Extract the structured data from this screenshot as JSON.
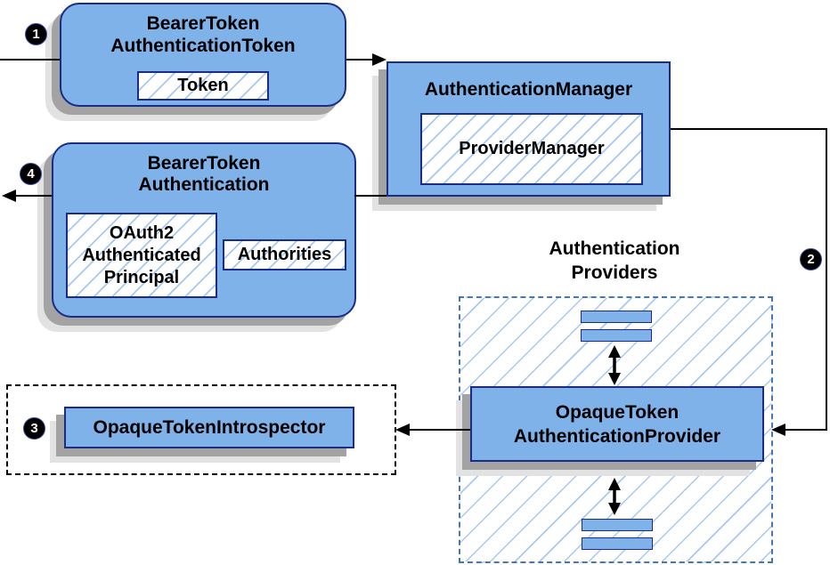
{
  "colors": {
    "node_fill": "#7FB2E9",
    "node_border": "#1B2C85",
    "hatch": "#A7C9F1",
    "dash_border": "#4477B3",
    "shadow_dark": "#A3A3A3",
    "shadow_light": "#E2E2E2",
    "connector": "#000000",
    "badge_bg": "#000000",
    "badge_text": "#FFFFFF"
  },
  "badges": {
    "step_1": "1",
    "step_2": "2",
    "step_3": "3",
    "step_4": "4"
  },
  "nodes": {
    "bearer_token_authentication_token": {
      "title_line_1": "BearerToken",
      "title_line_2": "AuthenticationToken",
      "token_chip": "Token"
    },
    "authentication_manager": {
      "title": "AuthenticationManager",
      "provider_manager_chip": "ProviderManager"
    },
    "bearer_token_authentication": {
      "title_line_1": "BearerToken",
      "title_line_2": "Authentication",
      "principal_chip_line_1": "OAuth2",
      "principal_chip_line_2": "Authenticated",
      "principal_chip_line_3": "Principal",
      "authorities_chip": "Authorities"
    },
    "opaque_token_authentication_provider": {
      "title_line_1": "OpaqueToken",
      "title_line_2": "AuthenticationProvider"
    },
    "opaque_token_introspector": {
      "title": "OpaqueTokenIntrospector"
    }
  },
  "labels": {
    "authentication_providers_line_1": "Authentication",
    "authentication_providers_line_2": "Providers"
  }
}
